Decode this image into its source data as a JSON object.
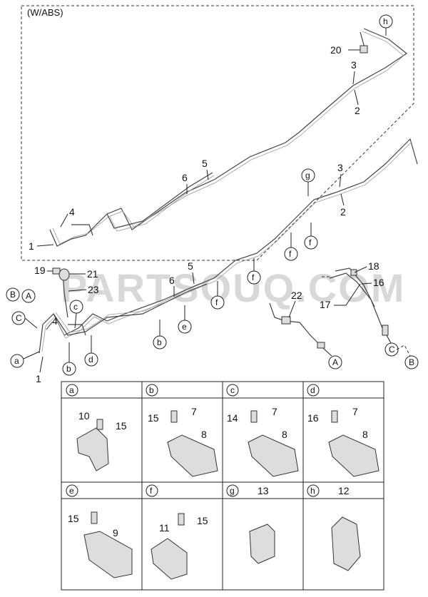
{
  "header": {
    "note": "(W/ABS)"
  },
  "watermark": "PARTSOUQ.COM",
  "upper_numbers": [
    "1",
    "2",
    "3",
    "4",
    "5",
    "6",
    "20"
  ],
  "lower_numbers": [
    "1",
    "2",
    "3",
    "4",
    "5",
    "6",
    "16",
    "17",
    "18",
    "19",
    "21",
    "22",
    "23"
  ],
  "letters": [
    "a",
    "b",
    "c",
    "d",
    "e",
    "f",
    "g",
    "h",
    "A",
    "B",
    "C"
  ],
  "grid": {
    "cells": [
      {
        "letter": "a",
        "parts": [
          "10",
          "15"
        ]
      },
      {
        "letter": "b",
        "parts": [
          "15",
          "7",
          "8"
        ]
      },
      {
        "letter": "c",
        "parts": [
          "14",
          "7",
          "8"
        ]
      },
      {
        "letter": "d",
        "parts": [
          "16",
          "7",
          "8"
        ]
      },
      {
        "letter": "e",
        "parts": [
          "15",
          "9"
        ]
      },
      {
        "letter": "f",
        "parts": [
          "11",
          "15"
        ]
      },
      {
        "letter": "g",
        "parts": [
          "13"
        ]
      },
      {
        "letter": "h",
        "parts": [
          "12"
        ]
      }
    ]
  }
}
